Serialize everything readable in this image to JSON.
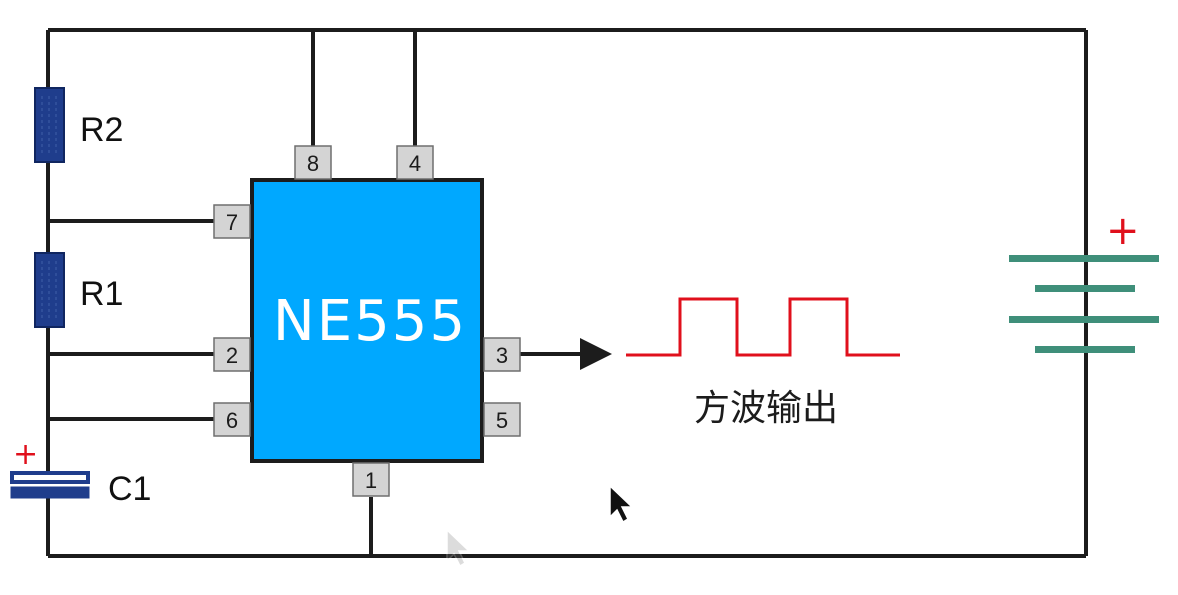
{
  "chip": {
    "label": "NE555",
    "color": "#00a8ff"
  },
  "pins": {
    "p8": "8",
    "p4": "4",
    "p7": "7",
    "p2": "2",
    "p6": "6",
    "p3": "3",
    "p5": "5",
    "p1": "1"
  },
  "components": {
    "r2": "R2",
    "r1": "R1",
    "c1": "C1"
  },
  "output_label": "方波输出",
  "symbols": {
    "plus": "+"
  },
  "colors": {
    "resistor": "#1f3d8c",
    "capacitor": "#1f3d8c",
    "battery": "#3f8f7a",
    "square_wave": "#e0101c",
    "positive_mark": "#e0101c"
  }
}
